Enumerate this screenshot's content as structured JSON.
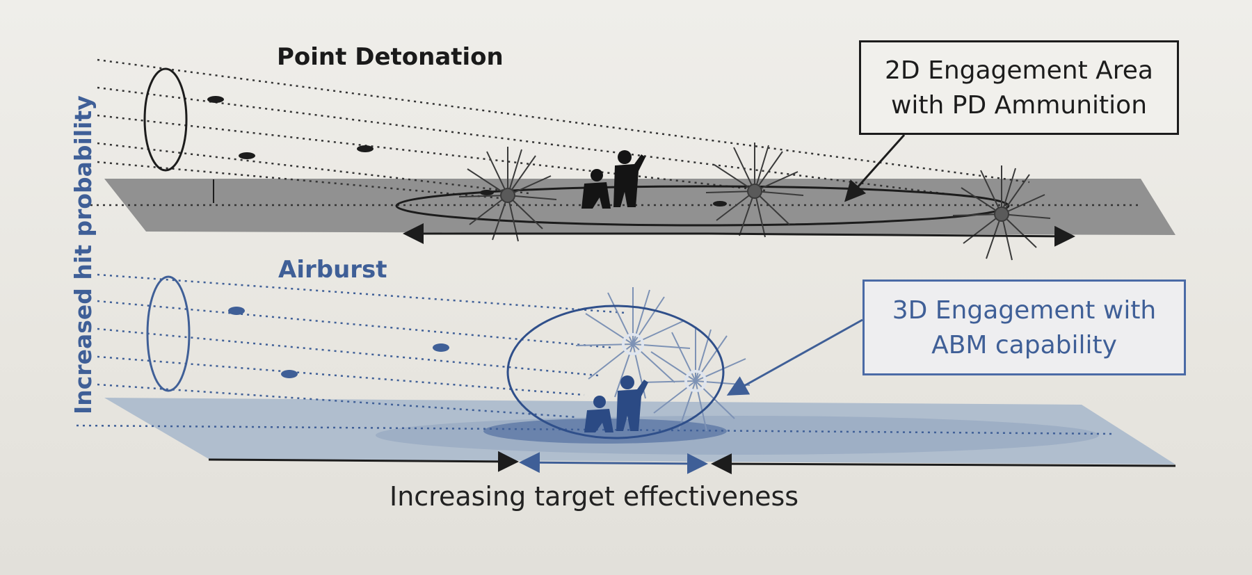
{
  "labels": {
    "point_detonation": "Point Detonation",
    "airburst": "Airburst",
    "pd_box_line1": "2D Engagement Area",
    "pd_box_line2": "with PD Ammunition",
    "abm_box_line1": "3D Engagement with",
    "abm_box_line2": "ABM capability",
    "x_axis": "Increasing target effectiveness",
    "y_axis": "Increased hit probability"
  },
  "colors": {
    "pd_ground": "#8c8c8c",
    "ab_ground": "#aab9cc",
    "ab_accent": "#3f5f97",
    "dark": "#1c1c1c"
  },
  "icons": {
    "burst": "starburst-explosion-icon",
    "soldiers": "soldier-silhouette-icon"
  }
}
